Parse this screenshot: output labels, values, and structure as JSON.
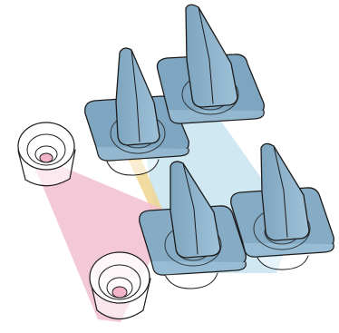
{
  "title": "",
  "colors": {
    "background": "#ffffff",
    "outline": "#1c1c1c",
    "post_top": "#7da3bd",
    "post_side": "#97bbd3",
    "post_fill_light": "#a9c7da",
    "cup_fill": "#ffffff",
    "cup_core": "#f3b3c8",
    "pink_region": "#f2bfd0",
    "blue_region": "#bfe0ee",
    "yellow_link": "#f0d38b"
  },
  "objects": {
    "pyramidal_posts": [
      {
        "name": "post-back-right",
        "shape": "tapered-vertical-fin-on-square-plate",
        "highlight": "blue"
      },
      {
        "name": "post-back-left",
        "shape": "tapered-vertical-fin-on-square-plate",
        "highlight": "blue"
      },
      {
        "name": "post-front-center",
        "shape": "tapered-vertical-fin-on-square-plate",
        "highlight": "blue"
      },
      {
        "name": "post-front-right",
        "shape": "tapered-vertical-fin-on-square-plate",
        "highlight": "blue"
      }
    ],
    "cups": [
      {
        "name": "cup-left",
        "shape": "open-cup",
        "highlight": "pink"
      },
      {
        "name": "cup-front",
        "shape": "open-cup",
        "highlight": "pink"
      }
    ],
    "regions": [
      {
        "name": "pink-triangle-region",
        "color": "pink"
      },
      {
        "name": "blue-quadrilateral-region",
        "color": "blue"
      },
      {
        "name": "yellow-link",
        "color": "yellow"
      }
    ]
  }
}
